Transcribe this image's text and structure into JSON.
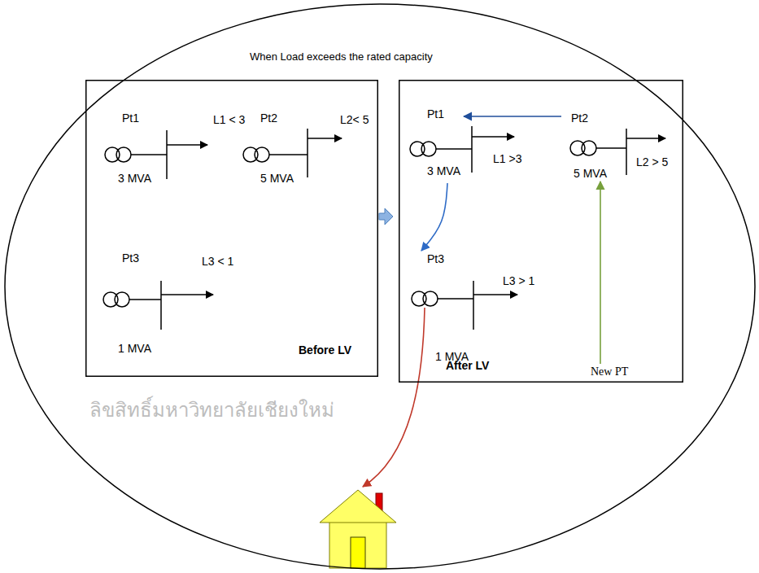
{
  "diagram": {
    "nodes": [
      {
        "text": [
          "When Load exceeds the rated capacity"
        ]
      },
      {
        "text": [
          "Before LV"
        ],
        "in": 0
      },
      {
        "text": [
          "Pt1",
          "3 MVA"
        ],
        "in": 1
      },
      {
        "text": [
          "Pt2",
          "5 MVA"
        ],
        "in": 1
      },
      {
        "text": [
          "Pt3",
          "1 MVA"
        ],
        "in": 1
      },
      {
        "text": [
          "After LV"
        ],
        "in": 0
      },
      {
        "text": [
          "Pt1",
          "3 MVA"
        ],
        "in": 5
      },
      {
        "text": [
          "Pt2",
          "5 MVA"
        ],
        "in": 5
      },
      {
        "text": [
          "Pt3",
          "1 MVA"
        ],
        "in": 5
      },
      {
        "text": [
          "New PT"
        ],
        "in": 5
      }
    ],
    "edges": [
      {
        "from": 7,
        "to": 6,
        "arrow": "to"
      },
      {
        "from": 6,
        "to": 8,
        "arrow": "to"
      },
      {
        "from": 9,
        "to": 7,
        "arrow": "to"
      }
    ],
    "labels": [
      "L1 < 3",
      "L2< 5",
      "L3 < 1",
      "L1 >3",
      "L2 > 5",
      "L3 > 1",
      "ลิขสิทธิ์มหาวิทยาลัยเชียงใหม่"
    ]
  }
}
